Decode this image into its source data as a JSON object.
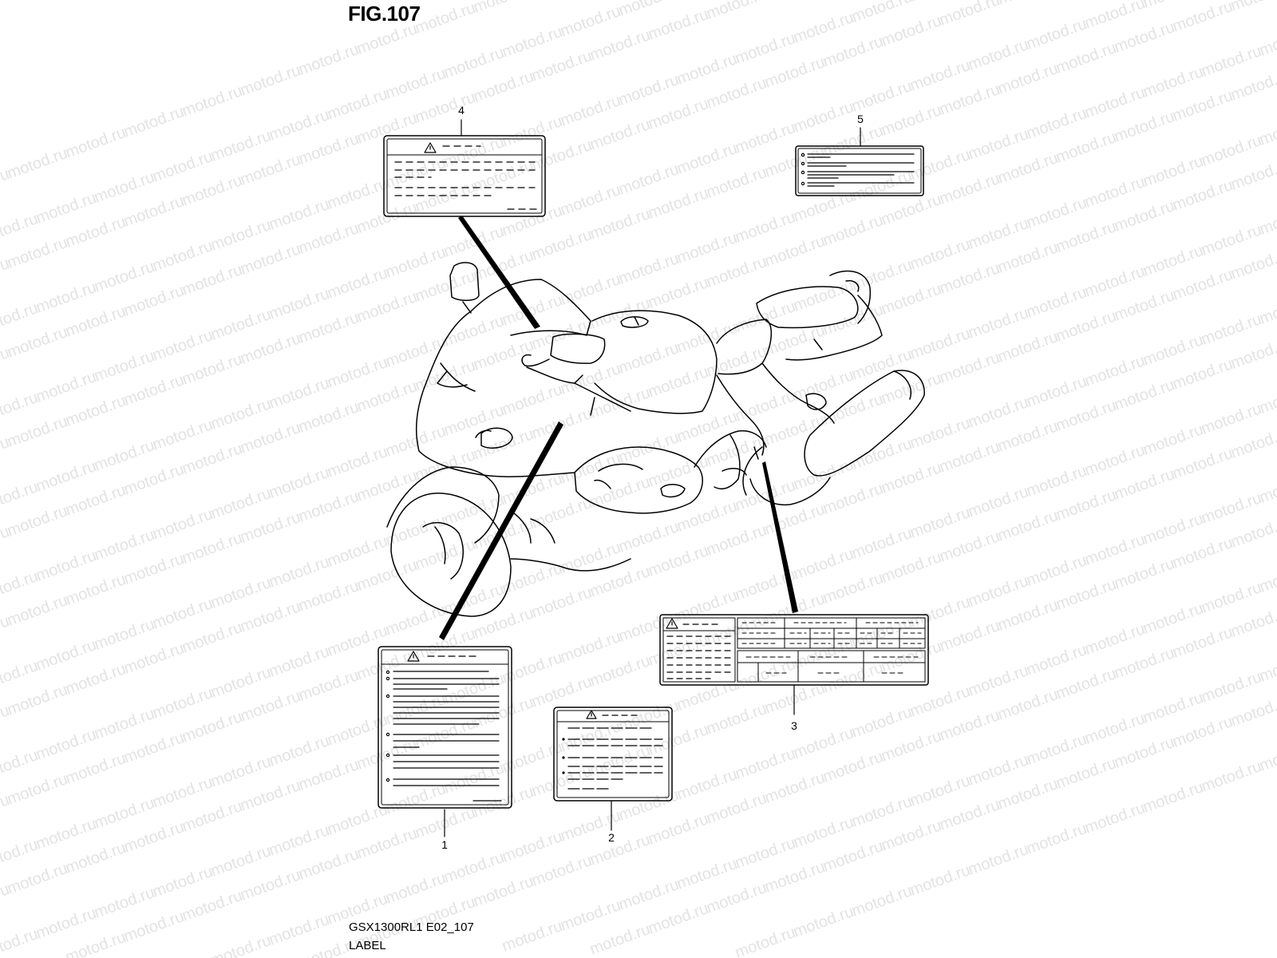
{
  "figure": {
    "title": "FIG.107",
    "model_code": "GSX1300RL1 E02_107",
    "group_name": "LABEL"
  },
  "watermark": "motod.ru",
  "callouts": [
    "1",
    "2",
    "3",
    "4",
    "5"
  ]
}
